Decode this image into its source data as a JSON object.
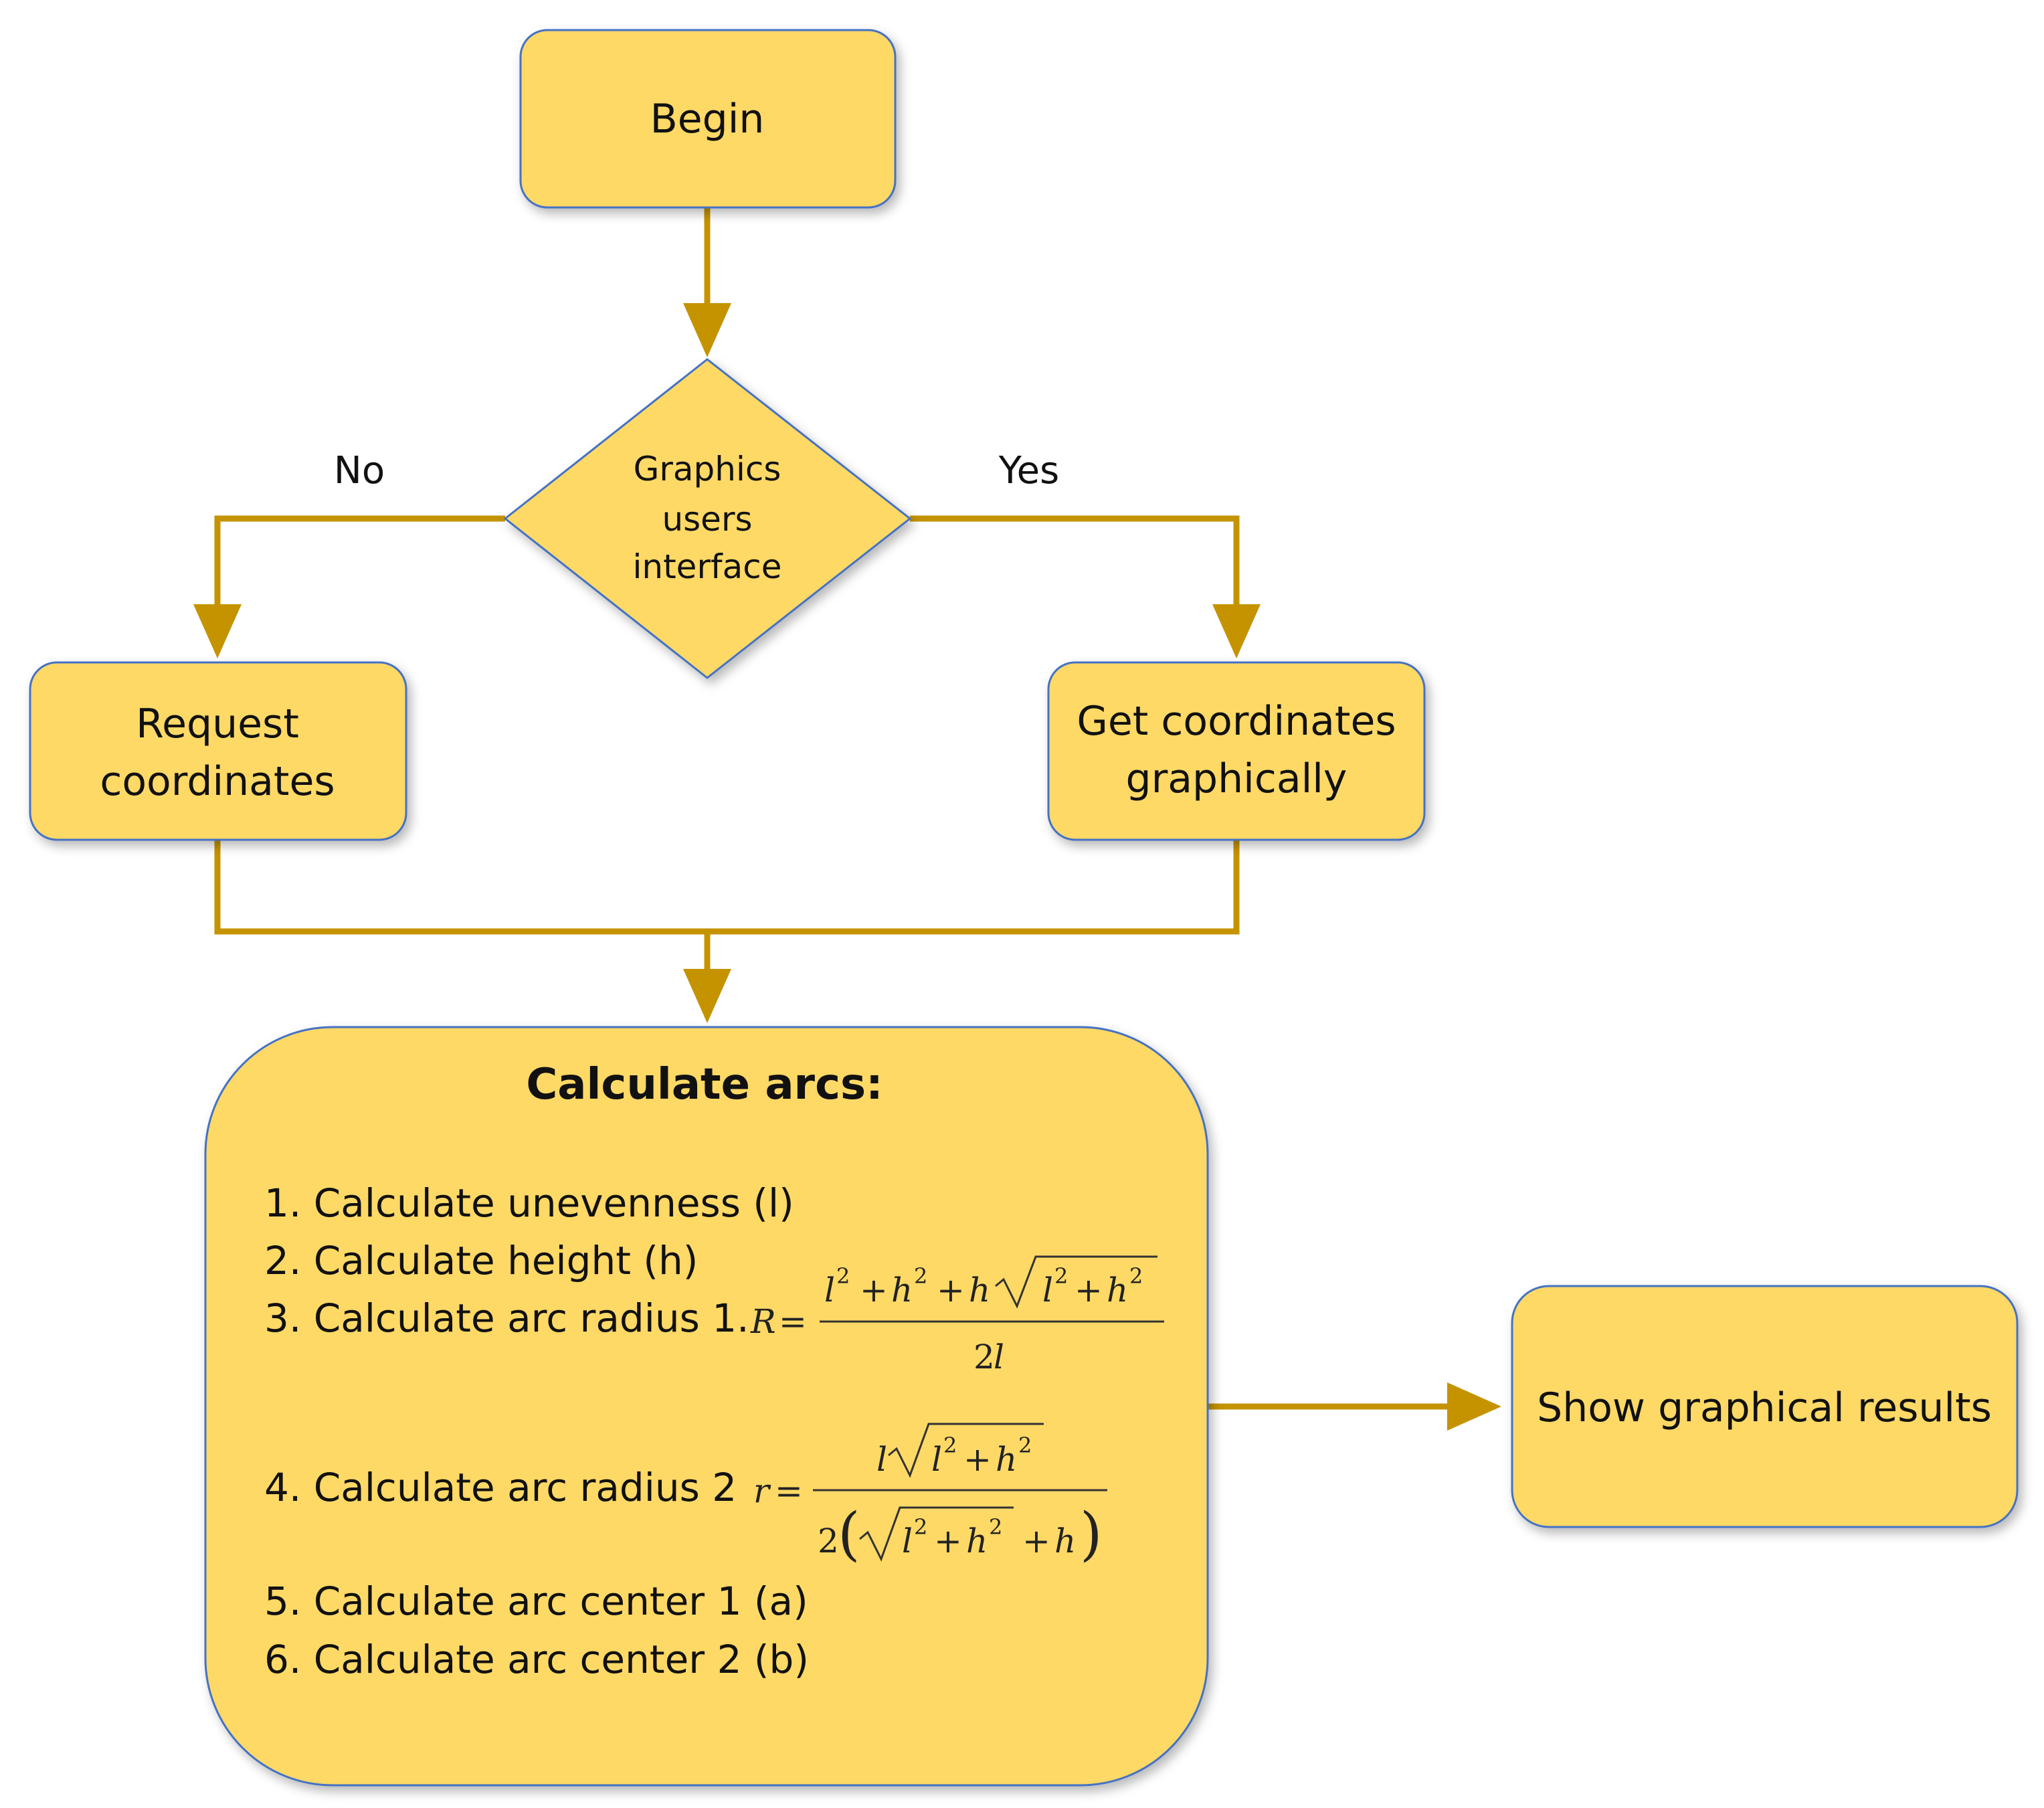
{
  "colors": {
    "node_fill": "#FFD966",
    "node_stroke": "#4472C4",
    "arrow": "#C59300",
    "text": "#111111"
  },
  "nodes": {
    "begin": "Begin",
    "decision": [
      "Graphics",
      "users",
      "interface"
    ],
    "request": [
      "Request",
      "coordinates"
    ],
    "get": [
      "Get coordinates",
      "graphically"
    ],
    "show": "Show graphical results"
  },
  "branches": {
    "no": "No",
    "yes": "Yes"
  },
  "calculate": {
    "title": "Calculate arcs:",
    "steps": [
      "1. Calculate unevenness (l)",
      "2. Calculate height (h)",
      "3. Calculate arc radius 1.",
      "4. Calculate arc radius 2",
      "5. Calculate arc center 1 (a)",
      "6. Calculate arc center 2 (b)"
    ]
  }
}
